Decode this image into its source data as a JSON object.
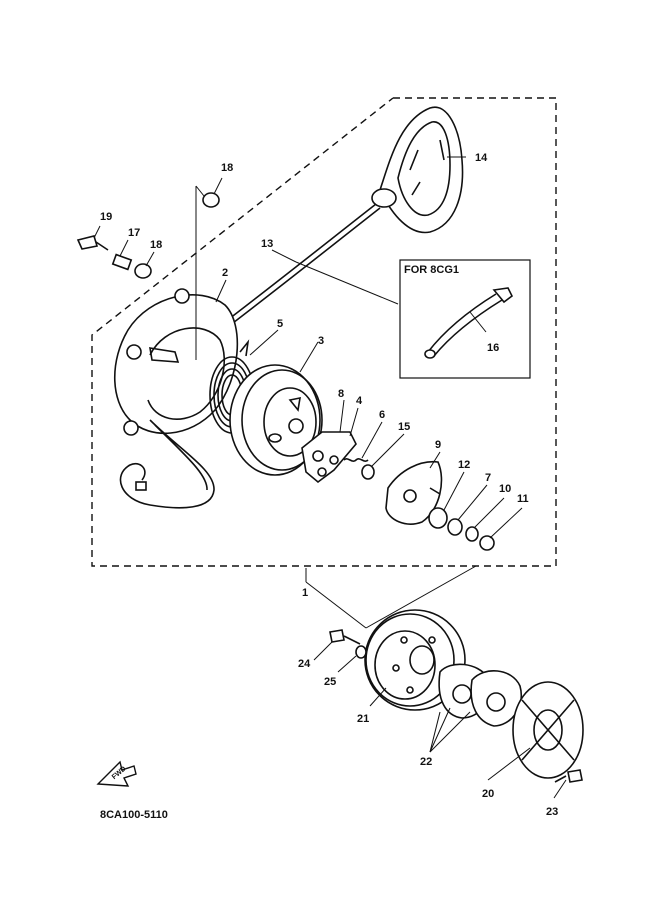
{
  "diagram": {
    "inset_title": "FOR 8CG1",
    "reference_code": "8CA100-5110",
    "fwd_label": "FWD",
    "callouts": {
      "c1": "1",
      "c2": "2",
      "c3": "3",
      "c4": "4",
      "c5": "5",
      "c6": "6",
      "c7": "7",
      "c8": "8",
      "c9": "9",
      "c10": "10",
      "c11": "11",
      "c12": "12",
      "c13": "13",
      "c14": "14",
      "c15": "15",
      "c16": "16",
      "c17": "17",
      "c18a": "18",
      "c18b": "18",
      "c19": "19",
      "c20": "20",
      "c21": "21",
      "c22": "22",
      "c23": "23",
      "c24": "24",
      "c25": "25"
    },
    "icons": [
      "fwd-arrow-icon"
    ]
  }
}
